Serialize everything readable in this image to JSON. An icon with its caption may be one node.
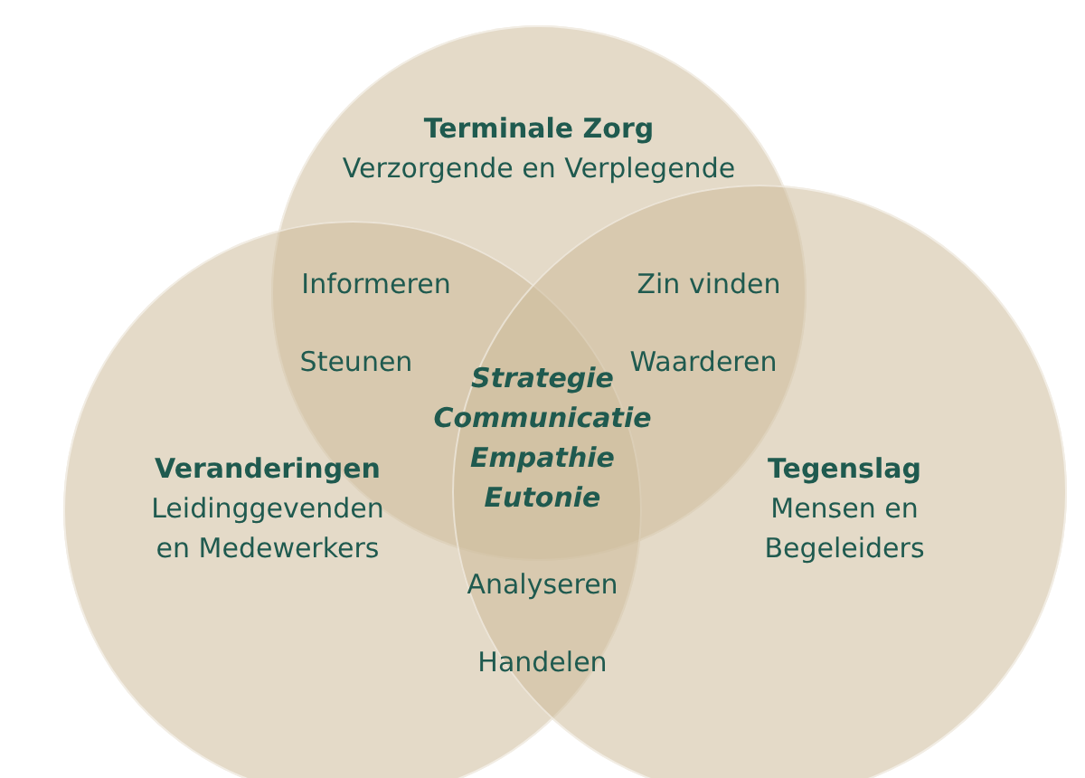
{
  "diagram": {
    "nodes": [
      {
        "text": [
          "Terminale Zorg",
          "Verzorgende en Verplegende"
        ]
      },
      {
        "text": [
          "Veranderingen",
          "Leidinggevenden en Medewerkers"
        ]
      },
      {
        "text": [
          "Tegenslag",
          "Mensen en Begeleiders"
        ]
      }
    ],
    "edges": [],
    "labels": [
      "Informeren",
      "Zin vinden",
      "Steunen",
      "Waarderen",
      "Strategie Communicatie Empathie Eutonie",
      "Analyseren",
      "Handelen"
    ]
  }
}
